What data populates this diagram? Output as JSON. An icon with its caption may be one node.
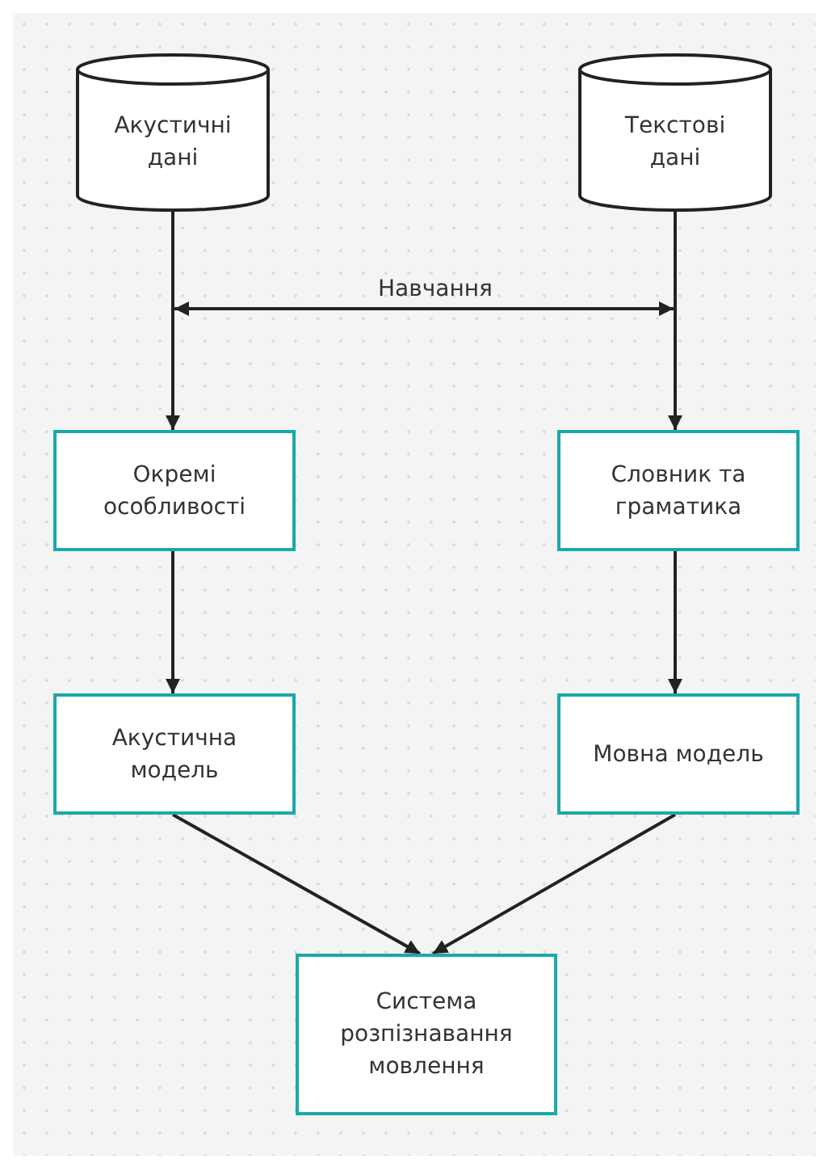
{
  "diagram": {
    "nodes": [
      {
        "text": [
          "Акустичні дані"
        ]
      },
      {
        "text": [
          "Текстові дані"
        ]
      },
      {
        "text": [
          "Окремі особливості"
        ]
      },
      {
        "text": [
          "Словник та граматика"
        ]
      },
      {
        "text": [
          "Акустична модель"
        ]
      },
      {
        "text": [
          "Мовна модель"
        ]
      },
      {
        "text": [
          "Система розпізнавання мовлення"
        ]
      }
    ],
    "edges": [
      {
        "from": 0,
        "to": 2,
        "arrow": "to"
      },
      {
        "from": 1,
        "to": 3,
        "arrow": "to"
      },
      {
        "from": 2,
        "to": 4,
        "arrow": "to"
      },
      {
        "from": 3,
        "to": 5,
        "arrow": "to"
      },
      {
        "from": 4,
        "to": 6,
        "arrow": "to"
      },
      {
        "from": 5,
        "to": 6,
        "arrow": "to"
      }
    ],
    "labels": [
      "Навчання"
    ]
  }
}
